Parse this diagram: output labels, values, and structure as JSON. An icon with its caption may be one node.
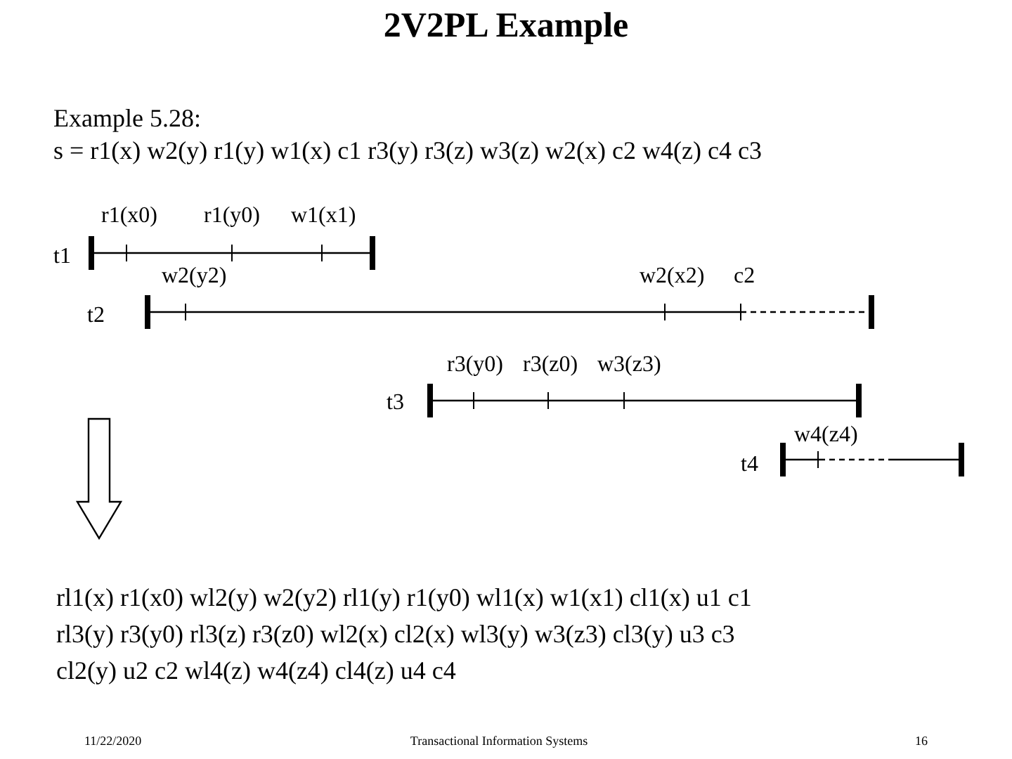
{
  "diagram": {
    "title": "2V2PL Example",
    "labels": [
      "Example 5.28:",
      "s = r1(x) w2(y) r1(y) w1(x) c1 r3(y) r3(z) w3(z) w2(x) c2 w4(z) c4 c3",
      "r1(x0)",
      "r1(y0)",
      "w1(x1)",
      "t1",
      "w2(y2)",
      "w2(x2)",
      "c2",
      "t2",
      "r3(y0)",
      "r3(z0)",
      "w3(z3)",
      "t3",
      "w4(z4)",
      "t4",
      "rl1(x) r1(x0) wl2(y) w2(y2) rl1(y) r1(y0) wl1(x) w1(x1) cl1(x) u1 c1",
      "rl3(y) r3(y0) rl3(z) r3(z0) wl2(x) cl2(x) wl3(y) w3(z3) cl3(y) u3 c3",
      "cl2(y) u2 c2 wl4(z) w4(z4) cl4(z) u4 c4",
      "11/22/2020",
      "Transactional Information Systems",
      "16"
    ]
  }
}
